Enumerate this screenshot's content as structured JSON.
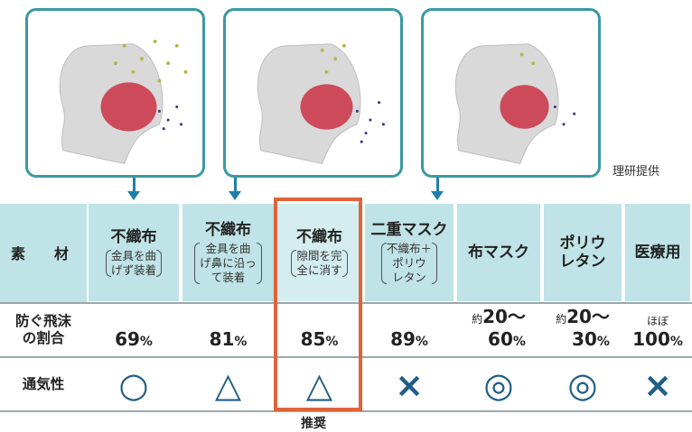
{
  "credit": "理研提供",
  "row_labels": {
    "material": "素　材",
    "blocking": "防ぐ飛沫\nの割合",
    "breath": "通気性"
  },
  "recommend_label": "推奨",
  "columns": [
    {
      "name": "不織布",
      "note": "金具を曲\nげず装着",
      "rate_prefix": "",
      "rate": "69",
      "rate_unit": "%",
      "breath": "○",
      "breath_icon": "circle-icon"
    },
    {
      "name": "不織布",
      "note": "金具を曲\nげ鼻に沿っ\nて装着",
      "rate_prefix": "",
      "rate": "81",
      "rate_unit": "%",
      "breath": "△",
      "breath_icon": "triangle-icon"
    },
    {
      "name": "不織布",
      "note": "隙間を完\n全に消す",
      "rate_prefix": "",
      "rate": "85",
      "rate_unit": "%",
      "breath": "△",
      "breath_icon": "triangle-icon",
      "recommended": true
    },
    {
      "name": "二重マスク",
      "note": "不織布＋\nポリウ\nレタン",
      "rate_prefix": "",
      "rate": "89",
      "rate_unit": "%",
      "breath": "×",
      "breath_icon": "cross-icon"
    },
    {
      "name": "布マスク",
      "note": "",
      "rate_prefix": "約",
      "rate": "20～\n60",
      "rate_unit": "%",
      "breath": "◎",
      "breath_icon": "double-circle-icon"
    },
    {
      "name": "ポリウ\nレタン",
      "note": "",
      "rate_prefix": "約",
      "rate": "20～\n30",
      "rate_unit": "%",
      "breath": "◎",
      "breath_icon": "double-circle-icon"
    },
    {
      "name": "医療用",
      "note": "",
      "rate_prefix": "ほぼ",
      "rate": "100",
      "rate_unit": "%",
      "breath": "×",
      "breath_icon": "cross-icon"
    }
  ],
  "colors": {
    "header_bg": "#bfe3e6",
    "frame": "#3a9aa2",
    "arrow": "#1f7fa8",
    "symbol": "#1f5e86",
    "recommend": "#e0633a"
  }
}
